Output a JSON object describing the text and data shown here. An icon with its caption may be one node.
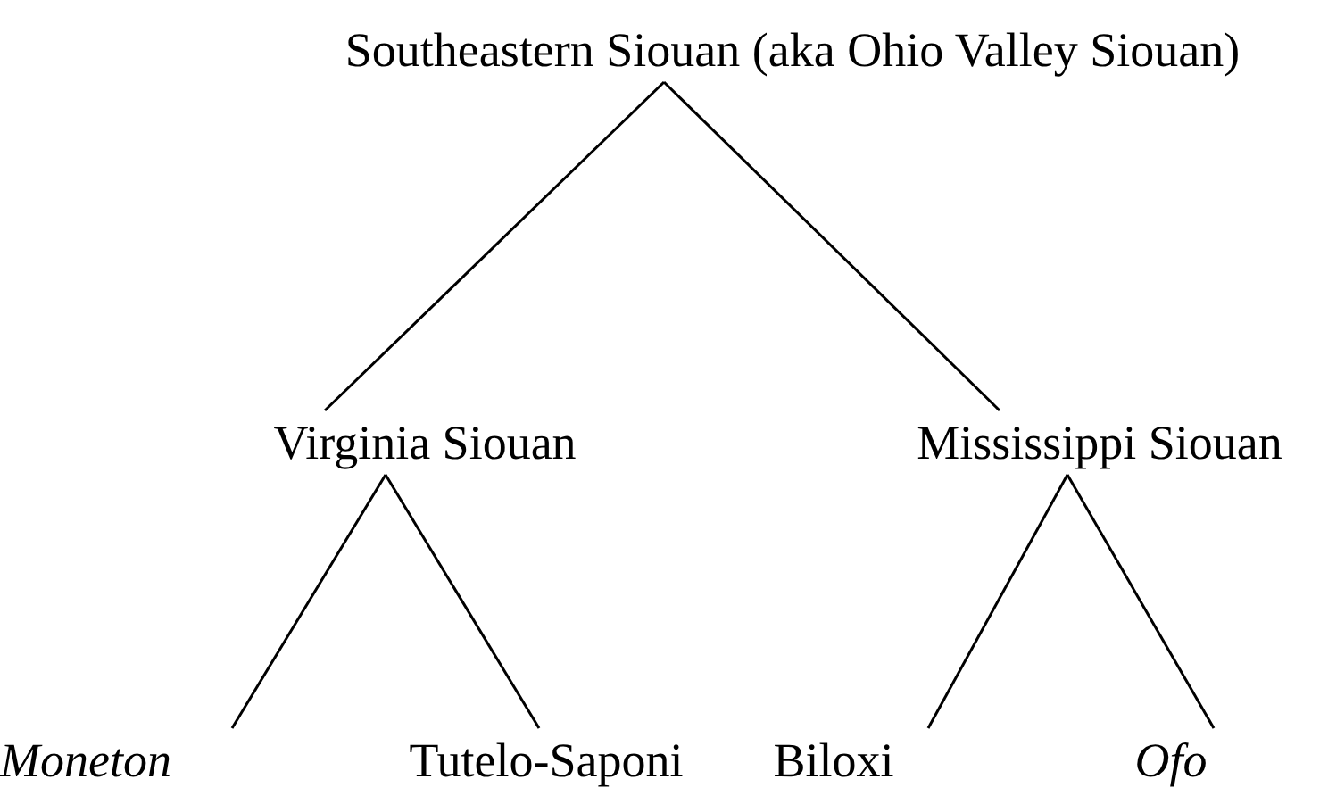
{
  "diagram": {
    "nodes": [
      {
        "text": [
          "Southeastern Siouan (aka Ohio Valley Siouan)"
        ]
      },
      {
        "text": [
          "Virginia Siouan"
        ]
      },
      {
        "text": [
          "Mississippi Siouan"
        ]
      },
      {
        "text": [
          "*Moneton*"
        ]
      },
      {
        "text": [
          "Tutelo-Saponi"
        ]
      },
      {
        "text": [
          "Biloxi"
        ]
      },
      {
        "text": [
          "*Ofo*"
        ]
      }
    ],
    "edges": [
      {
        "from": 0,
        "to": 1,
        "arrow": "none"
      },
      {
        "from": 0,
        "to": 2,
        "arrow": "none"
      },
      {
        "from": 1,
        "to": 3,
        "arrow": "none"
      },
      {
        "from": 1,
        "to": 4,
        "arrow": "none"
      },
      {
        "from": 2,
        "to": 5,
        "arrow": "none"
      },
      {
        "from": 2,
        "to": 6,
        "arrow": "none"
      }
    ]
  }
}
